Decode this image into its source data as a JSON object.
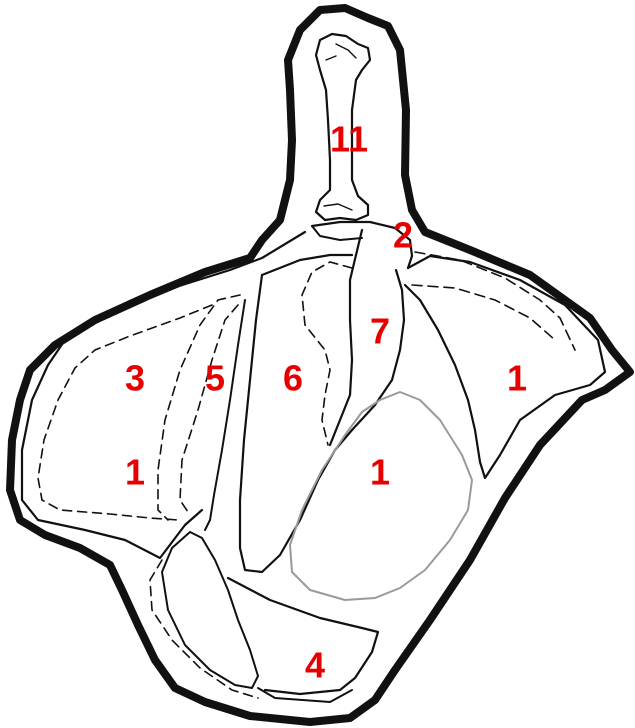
{
  "colors": {
    "label": "#e60000",
    "ink": "#111111",
    "grey_line": "#9a9a9a",
    "bone_fill": "#ffffff",
    "background": "#ffffff"
  },
  "labels": {
    "bone_11": "11",
    "region_2": "2",
    "region_3": "3",
    "region_5": "5",
    "region_6": "6",
    "region_7": "7",
    "region_1_right": "1",
    "region_1_left": "1",
    "region_1_center": "1",
    "region_4": "4"
  }
}
